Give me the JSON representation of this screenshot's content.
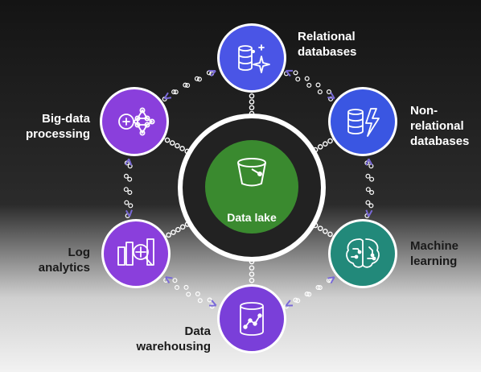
{
  "center": {
    "label": "Data lake",
    "icon": "bucket-icon",
    "color": "#3a8a2f"
  },
  "nodes": [
    {
      "id": "relational",
      "line1": "Relational",
      "line2": "databases",
      "line3": "",
      "icon": "database-sparkle-icon",
      "color": "#4a55e6"
    },
    {
      "id": "nonrelational",
      "line1": "Non-",
      "line2": "relational",
      "line3": "databases",
      "icon": "database-lightning-icon",
      "color": "#3a56e2"
    },
    {
      "id": "ml",
      "line1": "Machine",
      "line2": "learning",
      "line3": "",
      "icon": "brain-circuit-icon",
      "color": "#22897a"
    },
    {
      "id": "warehouse",
      "line1": "Data",
      "line2": "warehousing",
      "line3": "",
      "icon": "cylinder-chart-icon",
      "color": "#7a3fd9"
    },
    {
      "id": "log",
      "line1": "Log",
      "line2": "analytics",
      "line3": "",
      "icon": "magnifier-bars-icon",
      "color": "#8a3fdc"
    },
    {
      "id": "bigdata",
      "line1": "Big-data",
      "line2": "processing",
      "line3": "",
      "icon": "network-nodes-icon",
      "color": "#8a3fdc"
    }
  ],
  "colors": {
    "ring": "#ffffff",
    "connector": "#ffffff",
    "arrow": "#7a6ad8"
  }
}
